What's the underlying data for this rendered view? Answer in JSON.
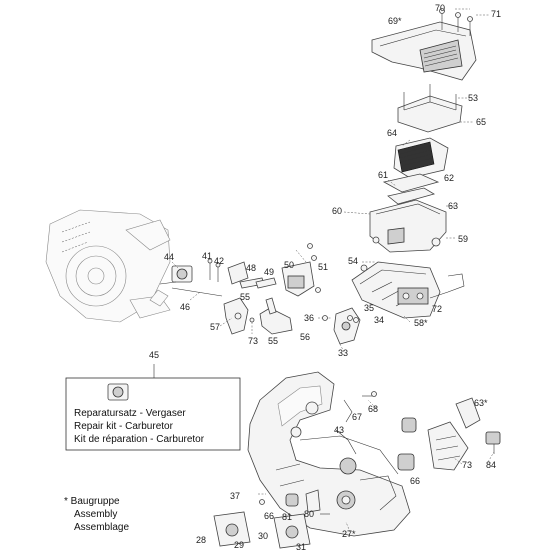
{
  "callouts": {
    "n70": "70",
    "n71": "71",
    "n69": "69*",
    "n53": "53",
    "n65": "65",
    "n64": "64",
    "n61": "61",
    "n62": "62",
    "n60": "60",
    "n63a": "63",
    "n59": "59",
    "n54": "54",
    "n72": "72",
    "n58": "58*",
    "n35": "35",
    "n34": "34",
    "n36": "36",
    "n33": "33",
    "n44": "44",
    "n41": "41",
    "n42": "42",
    "n48": "48",
    "n49": "49",
    "n50": "50",
    "n51": "51",
    "n46": "46",
    "n55a": "55",
    "n57": "57",
    "n73a": "73",
    "n55b": "55",
    "n56": "56",
    "n45": "45",
    "n63b": "63*",
    "n68": "68",
    "n67": "67",
    "n43": "43",
    "n66a": "66",
    "n73b": "73",
    "n84": "84",
    "n37": "37",
    "n66b": "66",
    "n81": "81",
    "n80": "80",
    "n27": "27*",
    "n28": "28",
    "n29": "29",
    "n30": "30",
    "n31": "31"
  },
  "repair_kit": {
    "line_de": "Reparatursatz - Vergaser",
    "line_en": "Repair kit - Carburetor",
    "line_fr": "Kit de réparation - Carburetor"
  },
  "footnote": {
    "line1": "* Baugruppe",
    "line2": "Assembly",
    "line3": "Assemblage"
  }
}
